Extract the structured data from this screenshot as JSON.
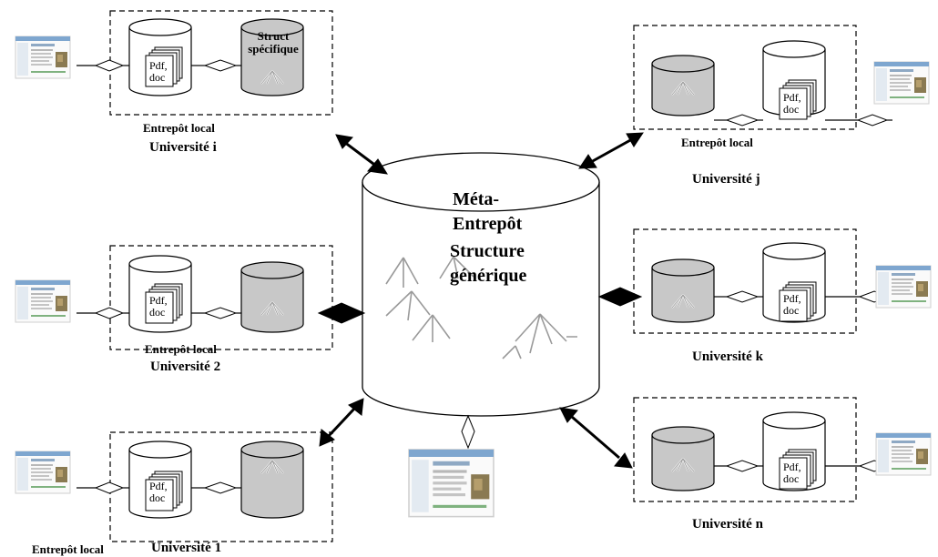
{
  "meta_warehouse": {
    "title_line1": "Méta-",
    "title_line2": "Entrepôt",
    "subtitle_line1": "Structure",
    "subtitle_line2": "générique"
  },
  "warehouse_i": {
    "doc_label_line1": "Pdf,",
    "doc_label_line2": "doc",
    "struct_label_line1": "Struct",
    "struct_label_line2": "spécifique",
    "store_label": "Entrepôt local",
    "university": "Université i"
  },
  "warehouse_2": {
    "doc_label_line1": "Pdf,",
    "doc_label_line2": "doc",
    "store_label": "Entrepôt local",
    "university": "Université 2"
  },
  "warehouse_1": {
    "doc_label_line1": "Pdf,",
    "doc_label_line2": "doc",
    "store_label": "Entrepôt local",
    "university": "Université 1"
  },
  "warehouse_j": {
    "doc_label_line1": "Pdf,",
    "doc_label_line2": "doc",
    "store_label": "Entrepôt local",
    "university": "Université j"
  },
  "warehouse_k": {
    "doc_label_line1": "Pdf,",
    "doc_label_line2": "doc",
    "university": "Université k"
  },
  "warehouse_n": {
    "doc_label_line1": "Pdf,",
    "doc_label_line2": "doc",
    "university": "Université n"
  },
  "colors": {
    "cylinder_gray": "#c8c8c8",
    "line": "#000000",
    "tree": "#909090"
  }
}
